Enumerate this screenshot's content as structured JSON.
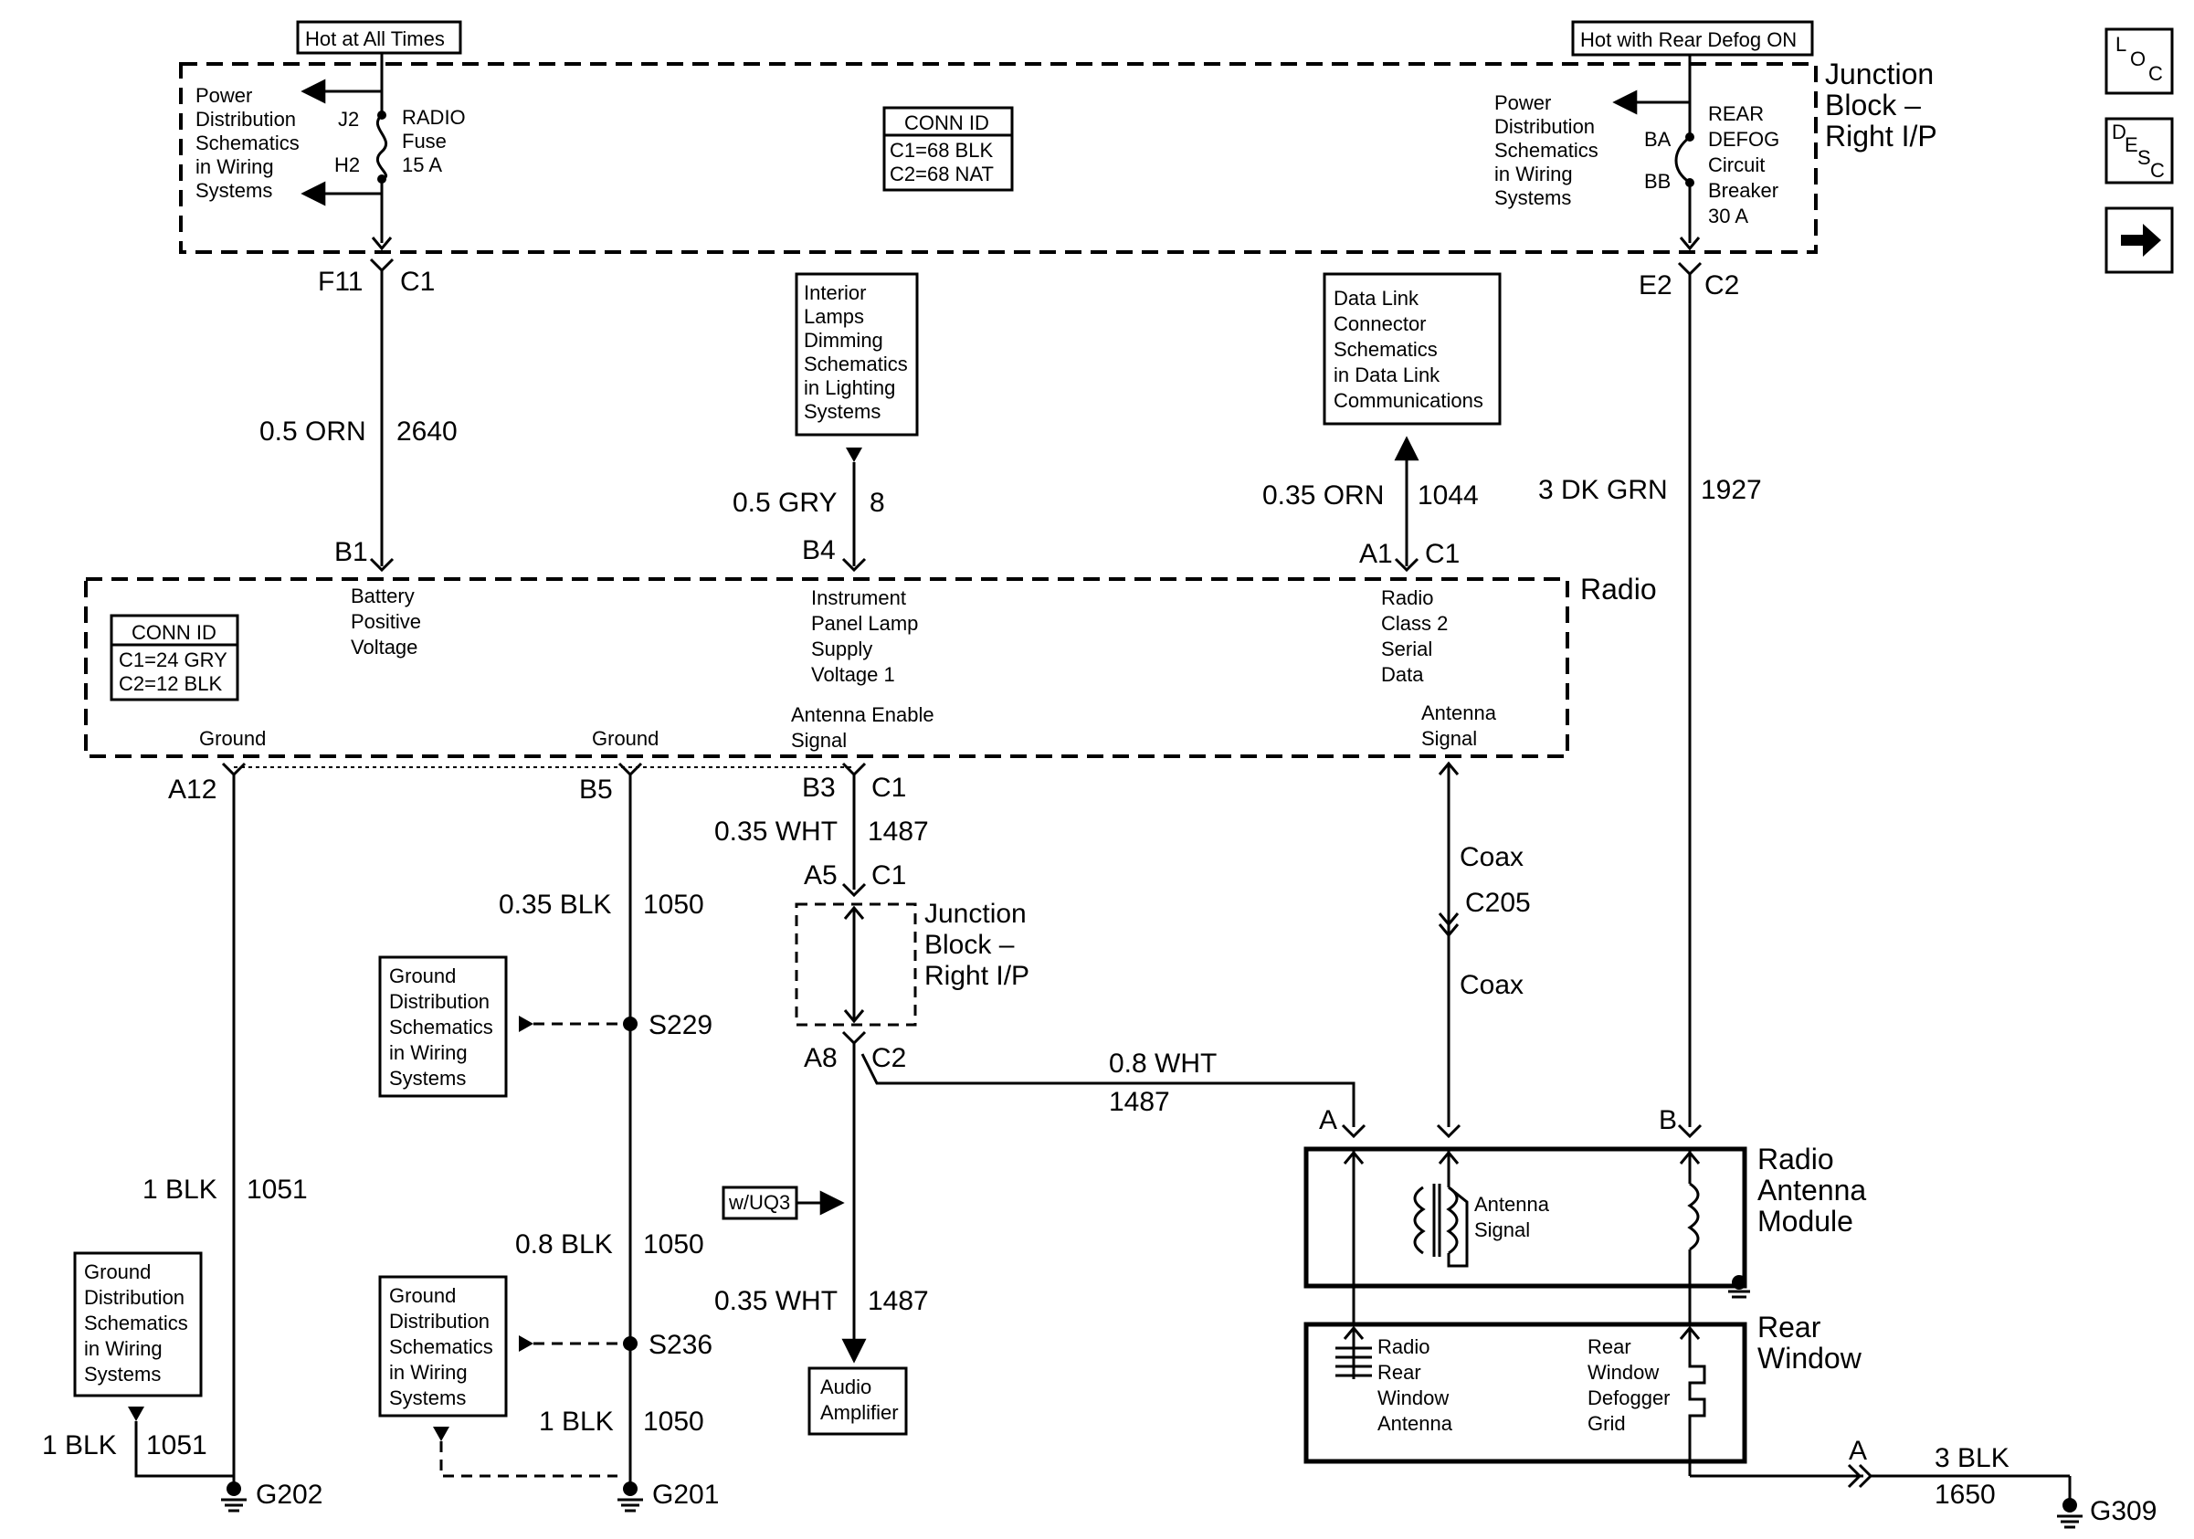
{
  "nav": {
    "loc": [
      "L",
      "O",
      "C"
    ],
    "desc": [
      "D",
      "E",
      "S",
      "C"
    ]
  },
  "junction_top": {
    "title": [
      "Junction",
      "Block –",
      "Right I/P"
    ],
    "hot_all_times": "Hot at All Times",
    "hot_rear_defog": "Hot with Rear Defog ON",
    "pd_left": [
      "Power",
      "Distribution",
      "Schematics",
      "in Wiring",
      "Systems"
    ],
    "pd_right": [
      "Power",
      "Distribution",
      "Schematics",
      "in Wiring",
      "Systems"
    ],
    "j2": "J2",
    "h2": "H2",
    "radio_fuse": [
      "RADIO",
      "Fuse",
      "15 A"
    ],
    "ba": "BA",
    "bb": "BB",
    "rear_defog_cb": [
      "REAR",
      "DEFOG",
      "Circuit",
      "Breaker",
      "30 A"
    ],
    "conn_id": [
      "CONN ID",
      "C1=68 BLK",
      "C2=68 NAT"
    ],
    "f11": "F11",
    "c1": "C1",
    "e2": "E2",
    "c2": "C2"
  },
  "wires": {
    "orn_2640": [
      "0.5 ORN",
      "2640"
    ],
    "gry_8": [
      "0.5 GRY",
      "8"
    ],
    "orn_1044": [
      "0.35 ORN",
      "1044"
    ],
    "dkgrn_1927": [
      "3 DK GRN",
      "1927"
    ],
    "wht_1487_a": [
      "0.35 WHT",
      "1487"
    ],
    "blk_1050_a": [
      "0.35 BLK",
      "1050"
    ],
    "blk_1051": [
      "1 BLK",
      "1051"
    ],
    "blk_1050_b": [
      "0.8 BLK",
      "1050"
    ],
    "wht_1487_b": [
      "0.35 WHT",
      "1487"
    ],
    "blk_1050_c": [
      "1 BLK",
      "1050"
    ],
    "blk_1051_b": [
      "1 BLK",
      "1051"
    ],
    "wht_08": [
      "0.8 WHT",
      "1487"
    ],
    "blk_1650": [
      "3 BLK",
      "1650"
    ]
  },
  "boxes": {
    "interior_lamps": [
      "Interior",
      "Lamps",
      "Dimming",
      "Schematics",
      "in Lighting",
      "Systems"
    ],
    "data_link": [
      "Data Link",
      "Connector",
      "Schematics",
      "in Data Link",
      "Communications"
    ],
    "ground_dist_1": [
      "Ground",
      "Distribution",
      "Schematics",
      "in Wiring",
      "Systems"
    ],
    "ground_dist_2": [
      "Ground",
      "Distribution",
      "Schematics",
      "in Wiring",
      "Systems"
    ],
    "ground_dist_3": [
      "Ground",
      "Distribution",
      "Schematics",
      "in Wiring",
      "Systems"
    ],
    "audio_amp": [
      "Audio",
      "Amplifier"
    ],
    "wuq3": "w/UQ3"
  },
  "radio": {
    "title": "Radio",
    "conn_id": [
      "CONN ID",
      "C1=24 GRY",
      "C2=12 BLK"
    ],
    "b1": "B1",
    "b4": "B4",
    "a1": "A1",
    "c1": "C1",
    "battery": [
      "Battery",
      "Positive",
      "Voltage"
    ],
    "ip_lamp": [
      "Instrument",
      "Panel Lamp",
      "Supply",
      "Voltage 1"
    ],
    "class2": [
      "Radio",
      "Class 2",
      "Serial",
      "Data"
    ],
    "ground1": "Ground",
    "ground2": "Ground",
    "antenna_enable": [
      "Antenna Enable",
      "Signal"
    ],
    "antenna_signal": [
      "Antenna",
      "Signal"
    ],
    "a12": "A12",
    "b5": "B5",
    "b3": "B3",
    "b3_c1": "C1"
  },
  "junction_mid": {
    "title": [
      "Junction",
      "Block –",
      "Right I/P"
    ],
    "a5": "A5",
    "a5_c1": "C1",
    "a8": "A8",
    "a8_c2": "C2"
  },
  "coax": {
    "coax1": "Coax",
    "c205": "C205",
    "coax2": "Coax"
  },
  "splices": {
    "s229": "S229",
    "s236": "S236"
  },
  "grounds": {
    "g202": "G202",
    "g201": "G201",
    "g309": "G309"
  },
  "antenna_module": {
    "title": [
      "Radio",
      "Antenna",
      "Module"
    ],
    "pin_a": "A",
    "pin_b": "B",
    "signal": [
      "Antenna",
      "Signal"
    ]
  },
  "rear_window": {
    "title": [
      "Rear",
      "Window"
    ],
    "antenna": [
      "Radio",
      "Rear",
      "Window",
      "Antenna"
    ],
    "defogger": [
      "Rear",
      "Window",
      "Defogger",
      "Grid"
    ],
    "pin_a": "A"
  }
}
